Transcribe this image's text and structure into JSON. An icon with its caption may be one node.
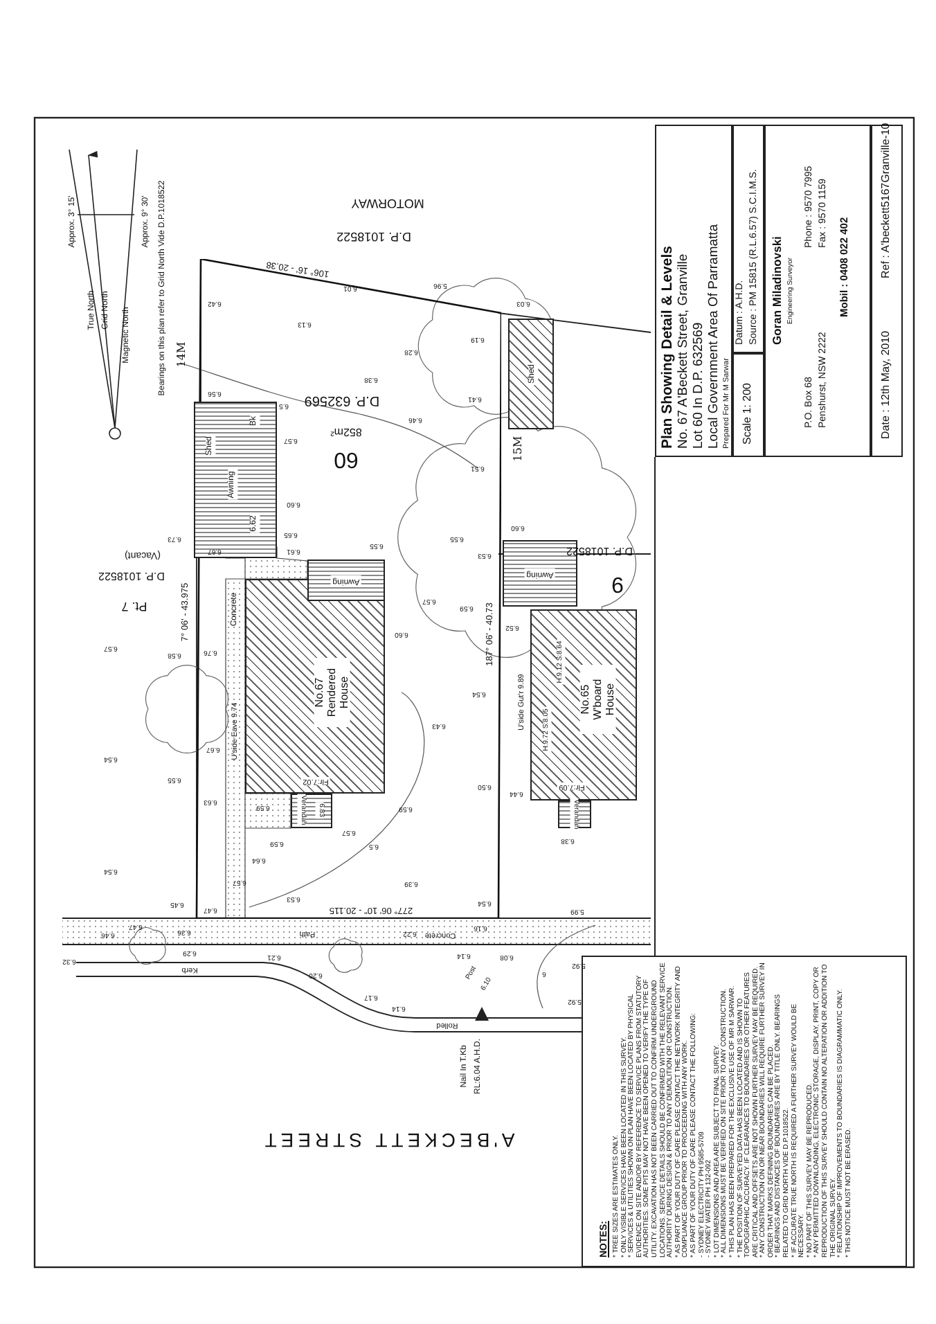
{
  "diagram": {
    "nodes": [
      {
        "text": [
          "Plan Showing Detail & Levels",
          "No. 67 A'Beckett Street, Granville",
          "Lot 60 In D.P. 632569",
          "Local Government Area Of Parramatta",
          "Prepared For Mr M Sarwar"
        ]
      },
      {
        "text": [
          "Scale 1: 200"
        ]
      },
      {
        "text": [
          "Datum : A.H.D.",
          "Source : PM 15815 (R.L.6.57) S.C.I.M.S."
        ]
      },
      {
        "text": [
          "Goran Miladinovski",
          "Engineering Surveyor",
          "P.O. Box 68",
          "Penshurst, NSW 2222",
          "Phone : 9570 7995",
          "Fax : 9570 1159",
          "Mobil : 0408 022 402"
        ]
      },
      {
        "text": [
          "Date : 12th May, 2010",
          "Ref : A'beckett5167Granville-10"
        ]
      },
      {
        "text": [
          "NOTES:",
          "* TREE SIZES ARE ESTIMATES ONLY.",
          "* ONLY VISIBLE SERVICES HAVE BEEN LOCATED IN THIS SURVEY.",
          "* SERVICES & UTILITIES SHOWN ON PLAN HAVE BEEN LOCATED BY PHYSICAL EVIDENCE ON SITE AND/OR BY REFERENCE TO SERVICE PLANS FROM STATUTORY AUTHORITIES. SOME PITS MAY NOT HAVE BEEN OPENED TO VERIFY THE TYPE OF UTILITY. EXCAVATION HAS NOT BEEN CARRIED OUT TO CONFIRM UNDERGROUND LOCATIONS. SERVICE DETAILS SHOULD BE CONFIRMED WITH THE RELEVANT SERVICE AUTHORITY DURING DESIGN & PRIOR TO ANY DEMOLITION OR CONSTRUCTION.",
          "* AS PART OF YOUR DUTY OF CARE PLEASE CONTACT THE NETWORK INTEGRITY AND COMPLIANCE GROUP PRIOR TO PROCEEDING WITH ANY WORK.",
          "* AS PART OF YOUR DUTY OF CARE PLEASE CONTACT THE FOLLOWING:",
          "- SYDNEY ELECTRICITY PH 9585-5709",
          "- SYDNEY WATER PH 132-092",
          "* LOT DIMENSIONS AND AREA ARE SUBJECT TO FINAL SURVEY.",
          "* ALL DIMENSIONS MUST BE VERIFIED ON SITE PRIOR TO ANY CONSTRUCTION.",
          "* THIS PLAN HAS BEEN PREPARED FOR THE EXCLUSIVE USE OF MR M SARWAR.",
          "* THE POSITION OF SURVEYED DATA HAS BEEN LOCATED AND IS SHOWN TO TOPOGRAPHIC ACCURACY. IF CLEARANCES TO BOUNDARIES OR OTHER FEATURES ARE CRITICAL AND OFFSETS ARE NOT SHOWN FURTHER SURVEY MAY BE REQUIRED.",
          "* ANY CONSTRUCTION ON OR NEAR BOUNDARIES WILL REQUIRE FURTHER SURVEY IN ORDER THAT MARKS DEFINING BOUNDARIES CAN BE PLACED.",
          "* BEARINGS AND DISTANCES OF BOUNDARIES ARE BY TITLE ONLY. BEARINGS RELATED TO GRID NORTH VIDE D.P.1018522.",
          "* IF ACCURATE TRUE NORTH IS REQUIRED A FURTHER SURVEY WOULD BE NECESSARY.",
          "* NO PART OF THIS SURVEY MAY BE REPRODUCED.",
          "* ANY PERMITTED DOWNLOADING, ELECTRONIC STORAGE, DISPLAY, PRINT, COPY OR REPRODUCTION OF THIS SURVEY SHOULD CONTAIN NO ALTERATION OR ADDITION TO THE ORIGINAL SURVEY.",
          "* RELATIONSHIP OF IMPROVEMENTS TO BOUNDARIES IS DIAGRAMMATIC ONLY.",
          "* THIS NOTICE MUST NOT BE ERASED."
        ]
      },
      {
        "text": [
          "60",
          "852m²",
          "D.P. 632569"
        ]
      },
      {
        "text": [
          "No.67 Rendered House"
        ],
        "in": 6
      },
      {
        "text": [
          "Verandah",
          "6.83"
        ],
        "in": 6
      },
      {
        "text": [
          "Shed",
          "Bk",
          "Awning",
          "6.62"
        ],
        "in": 6
      },
      {
        "text": [
          "Awning"
        ],
        "in": 6
      },
      {
        "text": [
          "Shed"
        ]
      },
      {
        "text": [
          "Awning"
        ]
      },
      {
        "text": [
          "No.65 W'board House"
        ]
      },
      {
        "text": [
          "Verandah"
        ]
      }
    ],
    "labels": [
      "Approx. 3° 15'",
      "True North",
      "Grid North",
      "Magnetic North",
      "Approx. 9° 30'",
      "Bearings on this plan refer to Grid North Vide D.P.1018522",
      "MOTORWAY",
      "D.P. 1018522",
      "106° 16' - 20.38",
      "6.42",
      "6.13",
      "14M",
      "6.56",
      "6.5",
      "6.57",
      "6.73",
      "6.60",
      "6.65",
      "6.67",
      "6.61",
      "(Vacant)",
      "D.P. 1018522",
      "Pt. 7",
      "7° 06' - 43.975",
      "Concrete",
      "6.57",
      "6.58",
      "6.76",
      "U'side Eave 9.74",
      "6.67",
      "6.54",
      "6.55",
      "Flr:7.02",
      "6.63",
      "6.59",
      "6.57",
      "6.59",
      "6.64",
      "6.54",
      "6.57",
      "6.53",
      "6.45",
      "6.47",
      "6.01",
      "5.96",
      "6.03",
      "6.19",
      "6.28",
      "6.38",
      "6.41",
      "6.46",
      "15M",
      "6.51",
      "6.55",
      "6.55",
      "6.53",
      "6.60",
      "6.57",
      "6.59",
      "6.60",
      "6.52",
      "187° 06' - 40.73",
      "D.P. 1018522",
      "9",
      "H:9.12 S:8.64",
      "U'side Gut'r 9.89",
      "H:9.72 S:8.05",
      "6.43",
      "6.54",
      "6.50",
      "6.44",
      "Flr:7.09",
      "6.59",
      "6.38",
      "6.5",
      "6.39",
      "277° 06' 10\" - 20.115",
      "6.54",
      "5.99",
      "6.47",
      "6.46",
      "6.36",
      "Path",
      "Concrete",
      "6.16",
      "6.22",
      "6.29",
      "6.14",
      "6.08",
      "6.32",
      "6.21",
      "5.92",
      "6",
      "Kerb",
      "Post",
      "6.10",
      "6.20",
      "6.17",
      "6.14",
      "5.92",
      "Rolled",
      "Nail In T.Kb",
      "RL:6.04 A.H.D.",
      "A'BECKETT STREET"
    ]
  }
}
